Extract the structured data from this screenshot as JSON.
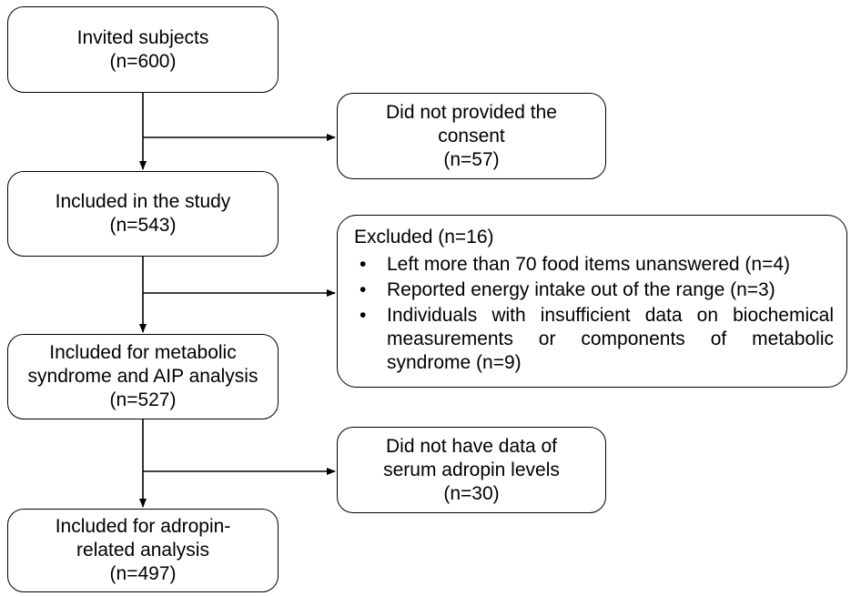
{
  "boxes": {
    "invited": {
      "line1": "Invited subjects",
      "line2": "(n=600)"
    },
    "no_consent": {
      "line1": "Did not provided the",
      "line2": "consent",
      "line3": "(n=57)"
    },
    "included": {
      "line1": "Included in the study",
      "line2": "(n=543)"
    },
    "excluded": {
      "title": "Excluded (n=16)",
      "items": [
        "Left more than 70 food items unanswered (n=4)",
        "Reported energy intake out of the range (n=3)",
        "Individuals with insufficient data on biochemical measurements or components of metabolic syndrome (n=9)"
      ]
    },
    "metabolic": {
      "line1": "Included for metabolic",
      "line2": "syndrome and AIP analysis",
      "line3": "(n=527)"
    },
    "no_adropin": {
      "line1": "Did not have data of",
      "line2": "serum adropin levels",
      "line3": "(n=30)"
    },
    "adropin": {
      "line1": "Included for adropin-",
      "line2": "related analysis",
      "line3": "(n=497)"
    }
  }
}
